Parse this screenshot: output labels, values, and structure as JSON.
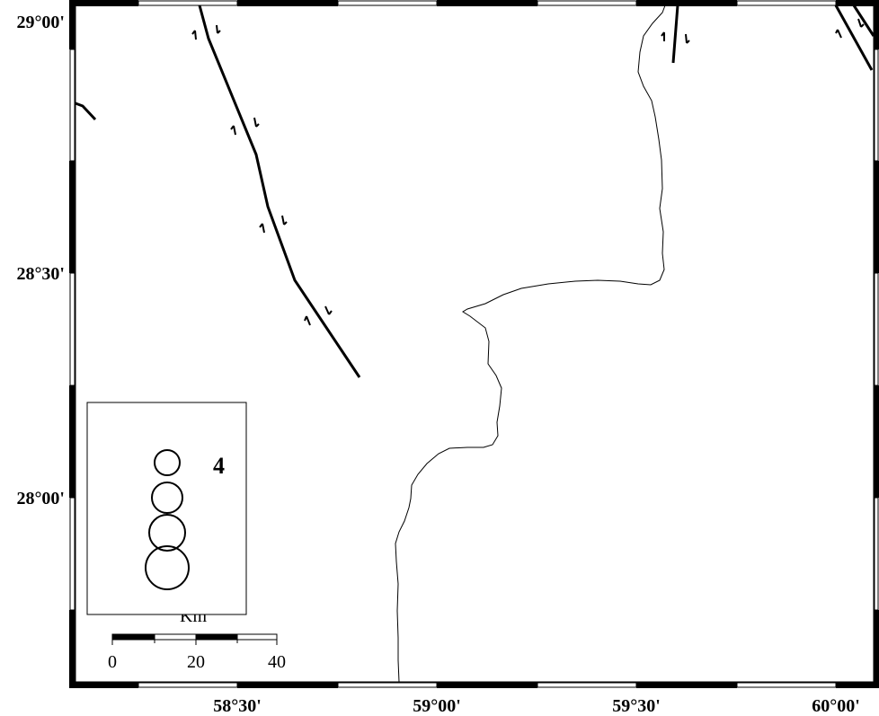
{
  "map": {
    "y_axis_labels": {
      "lat_29_00": "29°00'",
      "lat_28_30": "28°30'",
      "lat_28_00": "28°00'"
    },
    "x_axis_labels": {
      "lon_58_30": "58°30'",
      "lon_59_00": "59°00'",
      "lon_59_30": "59°30'",
      "lon_60_00": "60°00'"
    },
    "magnitude_legend": {
      "label": "4"
    },
    "scale_bar": {
      "unit": "Km",
      "tick_0": "0",
      "tick_20": "20",
      "tick_40": "40"
    },
    "colors": {
      "frame": "#000000",
      "background": "#ffffff",
      "fault": "#000000",
      "boundary": "#000000"
    }
  }
}
